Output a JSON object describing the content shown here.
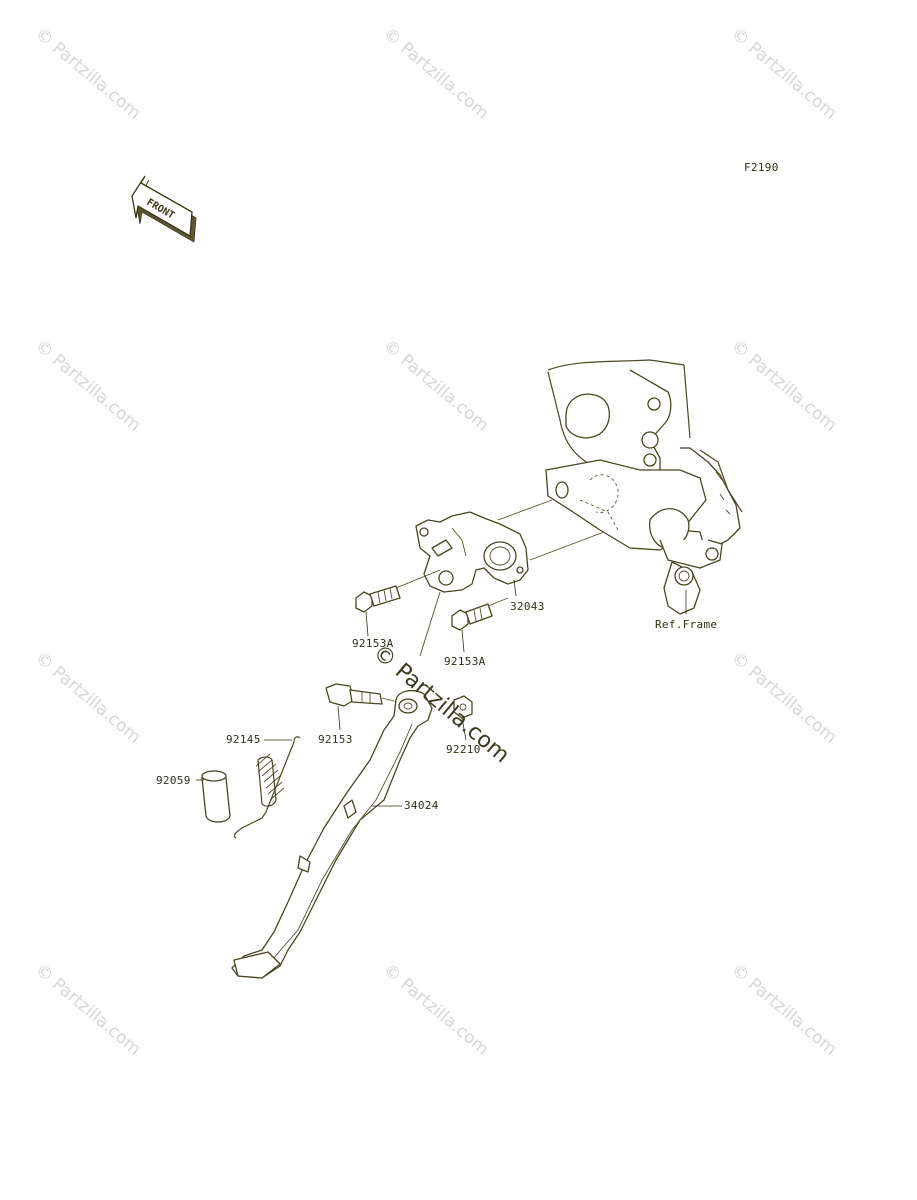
{
  "diagram": {
    "code": "F2190",
    "front_arrow_text": "FRONT",
    "ref_frame": "Ref.Frame"
  },
  "parts": {
    "p32043": "32043",
    "p92153a_upper": "92153A",
    "p92153a_lower": "92153A",
    "p92153": "92153",
    "p92210": "92210",
    "p92145": "92145",
    "p92059": "92059",
    "p34024": "34024"
  },
  "watermark": {
    "text": "© Partzilla.com"
  },
  "colors": {
    "line": "#4a4622",
    "label": "#303018",
    "watermark": "#d6d6d6"
  }
}
